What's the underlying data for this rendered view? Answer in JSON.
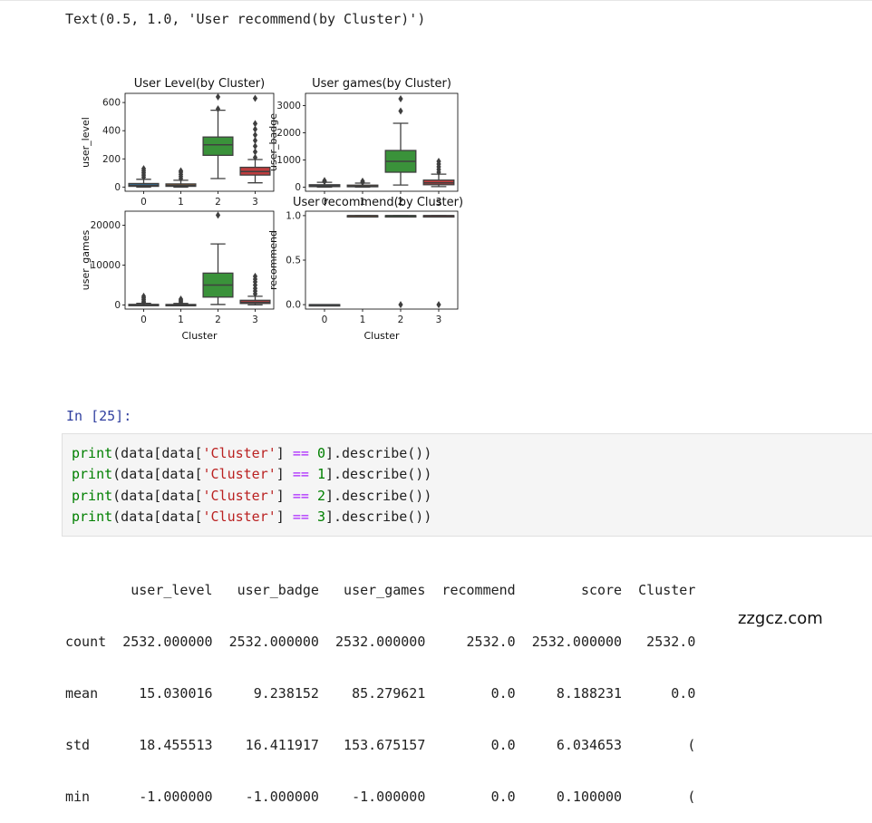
{
  "output_text": "Text(0.5, 1.0, 'User recommend(by Cluster)')",
  "prompt": "In [25]:",
  "code_lines": [
    {
      "fn": "print",
      "open": "(data[data[",
      "str": "'Cluster'",
      "mid": "] ",
      "op": "==",
      "sp": " ",
      "num": "0",
      "tail": "].describe())"
    },
    {
      "fn": "print",
      "open": "(data[data[",
      "str": "'Cluster'",
      "mid": "] ",
      "op": "==",
      "sp": " ",
      "num": "1",
      "tail": "].describe())"
    },
    {
      "fn": "print",
      "open": "(data[data[",
      "str": "'Cluster'",
      "mid": "] ",
      "op": "==",
      "sp": " ",
      "num": "2",
      "tail": "].describe())"
    },
    {
      "fn": "print",
      "open": "(data[data[",
      "str": "'Cluster'",
      "mid": "] ",
      "op": "==",
      "sp": " ",
      "num": "3",
      "tail": "].describe())"
    }
  ],
  "table": {
    "header": "        user_level   user_badge   user_games  recommend        score  Cluster",
    "rows": [
      "count  2532.000000  2532.000000  2532.000000     2532.0  2532.000000   2532.0",
      "mean     15.030016     9.238152    85.279621        0.0     8.188231      0.0",
      "std      18.455513    16.411917   153.675157        0.0     6.034653        (",
      "min      -1.000000    -1.000000    -1.000000        0.0     0.100000        ("
    ]
  },
  "watermark": "zzgcz.com",
  "chart_data": [
    {
      "type": "box",
      "title": "User Level(by Cluster)",
      "xlabel": "",
      "ylabel": "user_level",
      "categories": [
        "0",
        "1",
        "2",
        "3"
      ],
      "yticks": [
        0,
        200,
        400,
        600
      ],
      "ylim": [
        -30,
        665
      ],
      "boxes": [
        {
          "lw": -1,
          "q1": 5,
          "med": 12,
          "q3": 25,
          "hw": 55,
          "fl": [
            70,
            85,
            100,
            115,
            130
          ]
        },
        {
          "lw": -1,
          "q1": 5,
          "med": 12,
          "q3": 22,
          "hw": 48,
          "fl": [
            60,
            75,
            90,
            105,
            115
          ]
        },
        {
          "lw": 60,
          "q1": 225,
          "med": 300,
          "q3": 355,
          "hw": 545,
          "fl": [
            555,
            640
          ]
        },
        {
          "lw": 30,
          "q1": 85,
          "med": 110,
          "q3": 140,
          "hw": 195,
          "fl": [
            210,
            250,
            290,
            330,
            370,
            410,
            450,
            630
          ]
        }
      ],
      "colors": [
        "#3274a1",
        "#e1812c",
        "#3a923a",
        "#c03d3e"
      ]
    },
    {
      "type": "box",
      "title": "User games(by Cluster)",
      "xlabel": "",
      "ylabel": "user_badge",
      "categories": [
        "0",
        "1",
        "2",
        "3"
      ],
      "yticks": [
        0,
        1000,
        2000,
        3000
      ],
      "ylim": [
        -150,
        3450
      ],
      "boxes": [
        {
          "lw": 0,
          "q1": 20,
          "med": 45,
          "q3": 90,
          "hw": 180,
          "fl": [
            210,
            240
          ]
        },
        {
          "lw": 0,
          "q1": 15,
          "med": 35,
          "q3": 75,
          "hw": 150,
          "fl": [
            180,
            220
          ]
        },
        {
          "lw": 80,
          "q1": 550,
          "med": 950,
          "q3": 1350,
          "hw": 2350,
          "fl": [
            2800,
            3250
          ]
        },
        {
          "lw": 20,
          "q1": 90,
          "med": 160,
          "q3": 260,
          "hw": 480,
          "fl": [
            550,
            650,
            750,
            850,
            950
          ]
        }
      ],
      "colors": [
        "#3274a1",
        "#e1812c",
        "#3a923a",
        "#c03d3e"
      ]
    },
    {
      "type": "box",
      "title": "",
      "xlabel": "Cluster",
      "ylabel": "user_games",
      "categories": [
        "0",
        "1",
        "2",
        "3"
      ],
      "yticks": [
        0,
        10000,
        20000
      ],
      "ylim": [
        -1000,
        23500
      ],
      "boxes": [
        {
          "lw": -1,
          "q1": 30,
          "med": 80,
          "q3": 180,
          "hw": 450,
          "fl": [
            700,
            1000,
            1400,
            1800,
            2200
          ]
        },
        {
          "lw": -1,
          "q1": 25,
          "med": 70,
          "q3": 160,
          "hw": 400,
          "fl": [
            600,
            900,
            1200,
            1500
          ]
        },
        {
          "lw": 150,
          "q1": 2000,
          "med": 5000,
          "q3": 8000,
          "hw": 15300,
          "fl": [
            22500
          ]
        },
        {
          "lw": 50,
          "q1": 400,
          "med": 700,
          "q3": 1200,
          "hw": 2200,
          "fl": [
            2800,
            3500,
            4200,
            5000,
            5800,
            6500,
            7200
          ]
        }
      ],
      "colors": [
        "#3274a1",
        "#e1812c",
        "#3a923a",
        "#c03d3e"
      ]
    },
    {
      "type": "box",
      "title": "User recommend(by Cluster)",
      "xlabel": "Cluster",
      "ylabel": "recommend",
      "categories": [
        "0",
        "1",
        "2",
        "3"
      ],
      "yticks": [
        0.0,
        0.5,
        1.0
      ],
      "ytickfmt": 1,
      "ylim": [
        -0.05,
        1.05
      ],
      "boxes": [
        {
          "lw": 0,
          "q1": 0,
          "med": 0,
          "q3": 0,
          "hw": 0,
          "fl": []
        },
        {
          "lw": 1,
          "q1": 1,
          "med": 1,
          "q3": 1,
          "hw": 1,
          "fl": []
        },
        {
          "lw": 1,
          "q1": 1,
          "med": 1,
          "q3": 1,
          "hw": 1,
          "fl": [
            0
          ]
        },
        {
          "lw": 1,
          "q1": 1,
          "med": 1,
          "q3": 1,
          "hw": 1,
          "fl": [
            0
          ]
        }
      ],
      "colors": [
        "#3274a1",
        "#e1812c",
        "#3a923a",
        "#c03d3e"
      ]
    }
  ]
}
